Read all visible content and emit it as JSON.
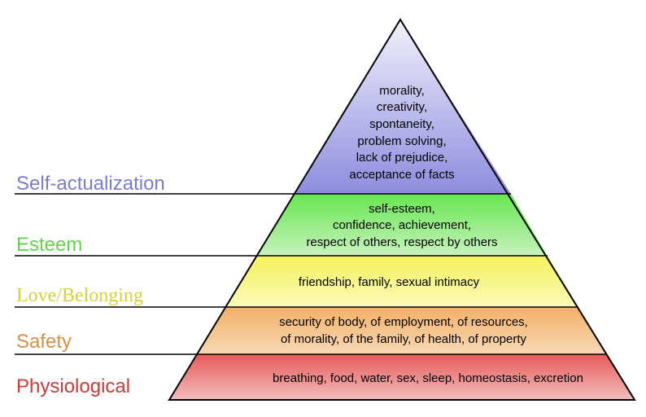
{
  "levels": [
    {
      "key": "self_actualization",
      "label": "Self-actualization",
      "color": "#7b7bd6",
      "lines": [
        "morality,",
        "creativity,",
        "spontaneity,",
        "problem solving,",
        "lack of prejudice,",
        "acceptance of facts"
      ]
    },
    {
      "key": "esteem",
      "label": "Esteem",
      "color": "#5fd44c",
      "lines": [
        "self-esteem,",
        "confidence, achievement,",
        "respect of others, respect by others"
      ]
    },
    {
      "key": "love_belonging",
      "label": "Love/Belonging",
      "color": "#d6d23a",
      "lines": [
        "friendship, family, sexual intimacy"
      ]
    },
    {
      "key": "safety",
      "label": "Safety",
      "color": "#d98e45",
      "lines": [
        "security of body, of employment, of resources,",
        "of morality, of the family, of health, of property"
      ]
    },
    {
      "key": "physiological",
      "label": "Physiological",
      "color": "#cc3b3b",
      "lines": [
        "breathing, food, water, sex, sleep, homeostasis, excretion"
      ]
    }
  ]
}
